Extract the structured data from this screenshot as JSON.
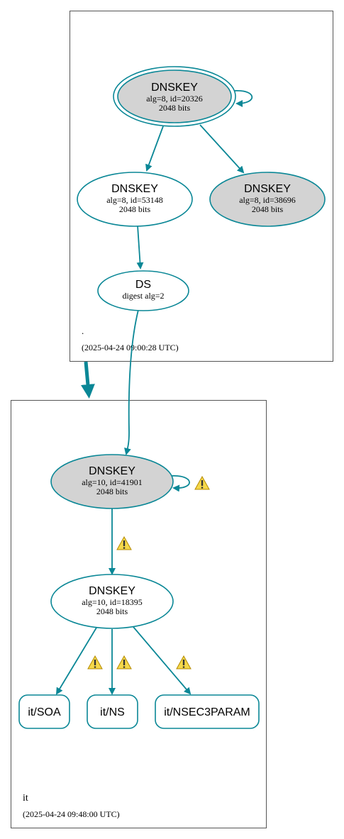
{
  "zones": [
    {
      "name": ".",
      "timestamp": "(2025-04-24 09:00:28 UTC)"
    },
    {
      "name": "it",
      "timestamp": "(2025-04-24 09:48:00 UTC)"
    }
  ],
  "nodes": {
    "root_ksk": {
      "title": "DNSKEY",
      "line1": "alg=8, id=20326",
      "line2": "2048 bits"
    },
    "root_zsk": {
      "title": "DNSKEY",
      "line1": "alg=8, id=53148",
      "line2": "2048 bits"
    },
    "root_key3": {
      "title": "DNSKEY",
      "line1": "alg=8, id=38696",
      "line2": "2048 bits"
    },
    "root_ds": {
      "title": "DS",
      "line1": "digest alg=2"
    },
    "it_ksk": {
      "title": "DNSKEY",
      "line1": "alg=10, id=41901",
      "line2": "2048 bits"
    },
    "it_zsk": {
      "title": "DNSKEY",
      "line1": "alg=10, id=18395",
      "line2": "2048 bits"
    },
    "it_soa": {
      "label": "it/SOA"
    },
    "it_ns": {
      "label": "it/NS"
    },
    "it_nsec3param": {
      "label": "it/NSEC3PARAM"
    }
  },
  "colors": {
    "edge": "#0a8796",
    "node_stroke": "#0a8796",
    "node_fill_gray": "#d3d3d3",
    "zone_border": "#555555",
    "warning_fill": "#f5d84a",
    "warning_stroke": "#b58a00"
  },
  "icons": {
    "warning": "warning-icon"
  }
}
